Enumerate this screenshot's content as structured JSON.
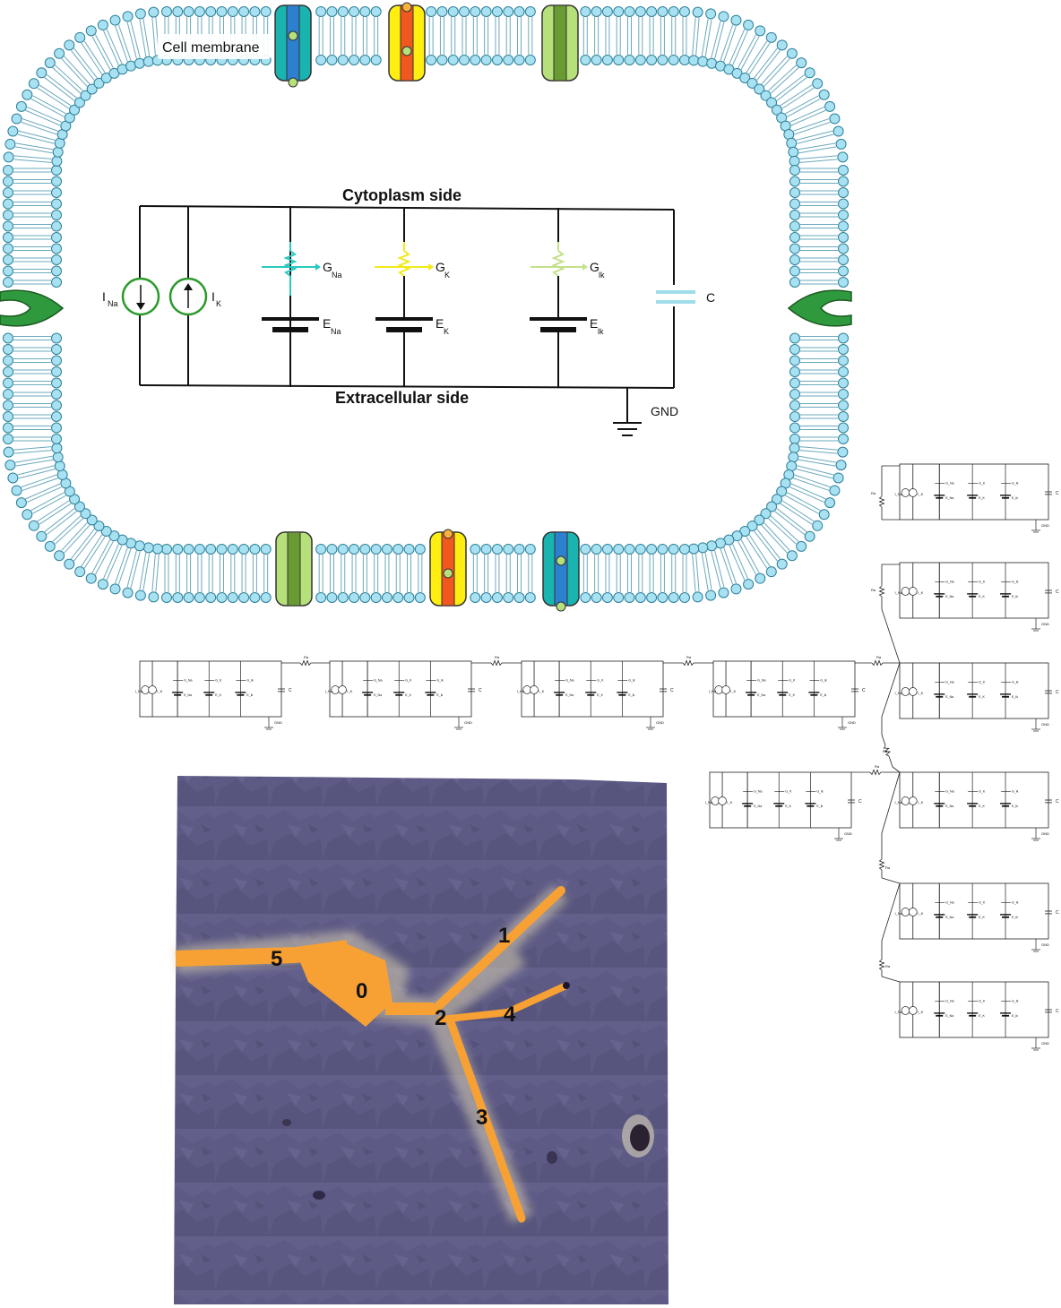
{
  "membrane": {
    "label": "Cell membrane",
    "colors": {
      "head": "#a8e2f2",
      "head_stroke": "#2c7f99",
      "na_channel": "#19b3b0",
      "na_core": "#2d7fd0",
      "k_channel": "#ffee10",
      "k_core": "#f0581f",
      "leak_channel": "#b6e07a",
      "leak_core": "#6a9a33",
      "pump": "#2f9a3d"
    }
  },
  "circuit": {
    "top_label": "Cytoplasm side",
    "bottom_label": "Extracellular side",
    "i_na": {
      "main": "I",
      "sub": "Na"
    },
    "i_k": {
      "main": "I",
      "sub": "K"
    },
    "g_na": {
      "main": "G",
      "sub": "Na",
      "color": "#2ac8c0"
    },
    "g_k": {
      "main": "G",
      "sub": "K",
      "color": "#f2ea18"
    },
    "g_lk": {
      "main": "G",
      "sub": "lk",
      "color": "#c4e08a"
    },
    "e_na": {
      "main": "E",
      "sub": "Na"
    },
    "e_k": {
      "main": "E",
      "sub": "K"
    },
    "e_lk": {
      "main": "E",
      "sub": "lk"
    },
    "cap": {
      "label": "C",
      "color": "#9fdcec"
    },
    "gnd": "GND",
    "source_color": "#2a9a2a"
  },
  "mini": {
    "ra": "Ra",
    "gnd": "GND",
    "c": "C",
    "i_na": "I_Na",
    "i_k": "I_K",
    "g_na": "G_Na",
    "g_k": "G_K",
    "g_lk": "G_lk",
    "e_na": "E_Na",
    "e_k": "E_K",
    "e_lk": "E_lk"
  },
  "neuron": {
    "labels": [
      "0",
      "1",
      "2",
      "3",
      "4",
      "5"
    ],
    "trace_color": "#f7a134",
    "bg_color": "#5d5a85"
  }
}
